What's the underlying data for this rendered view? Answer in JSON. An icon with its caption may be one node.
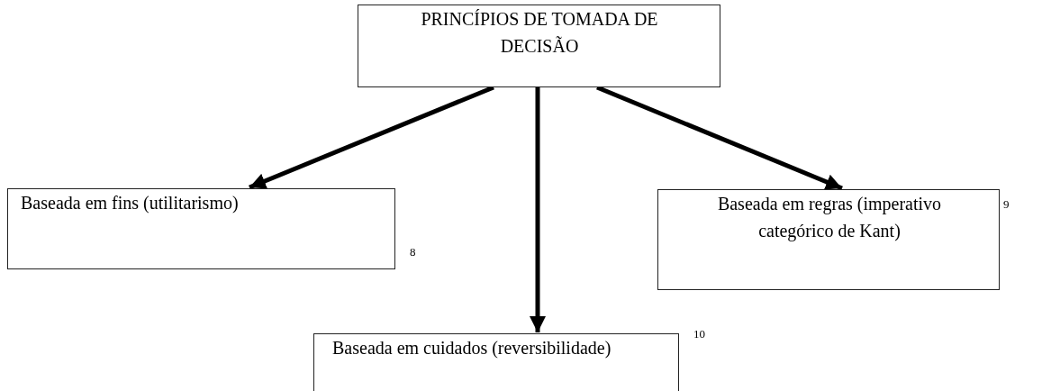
{
  "diagram": {
    "nodes": [
      {
        "text": [
          "PRINCÍPIOS DE TOMADA DE DECISÃO"
        ]
      },
      {
        "text": [
          "Baseada em fins (utilitarismo)"
        ],
        "beside": [
          "8"
        ]
      },
      {
        "text": [
          "Baseada em regras (imperativo categórico de Kant)"
        ],
        "beside": [
          "9"
        ]
      },
      {
        "text": [
          "Baseada em cuidados (reversibilidade)"
        ],
        "beside": [
          "10"
        ]
      }
    ],
    "edges": [
      {
        "from": 0,
        "to": 1,
        "arrow": "to"
      },
      {
        "from": 0,
        "to": 3,
        "arrow": "to"
      },
      {
        "from": 0,
        "to": 2,
        "arrow": "to"
      }
    ]
  }
}
